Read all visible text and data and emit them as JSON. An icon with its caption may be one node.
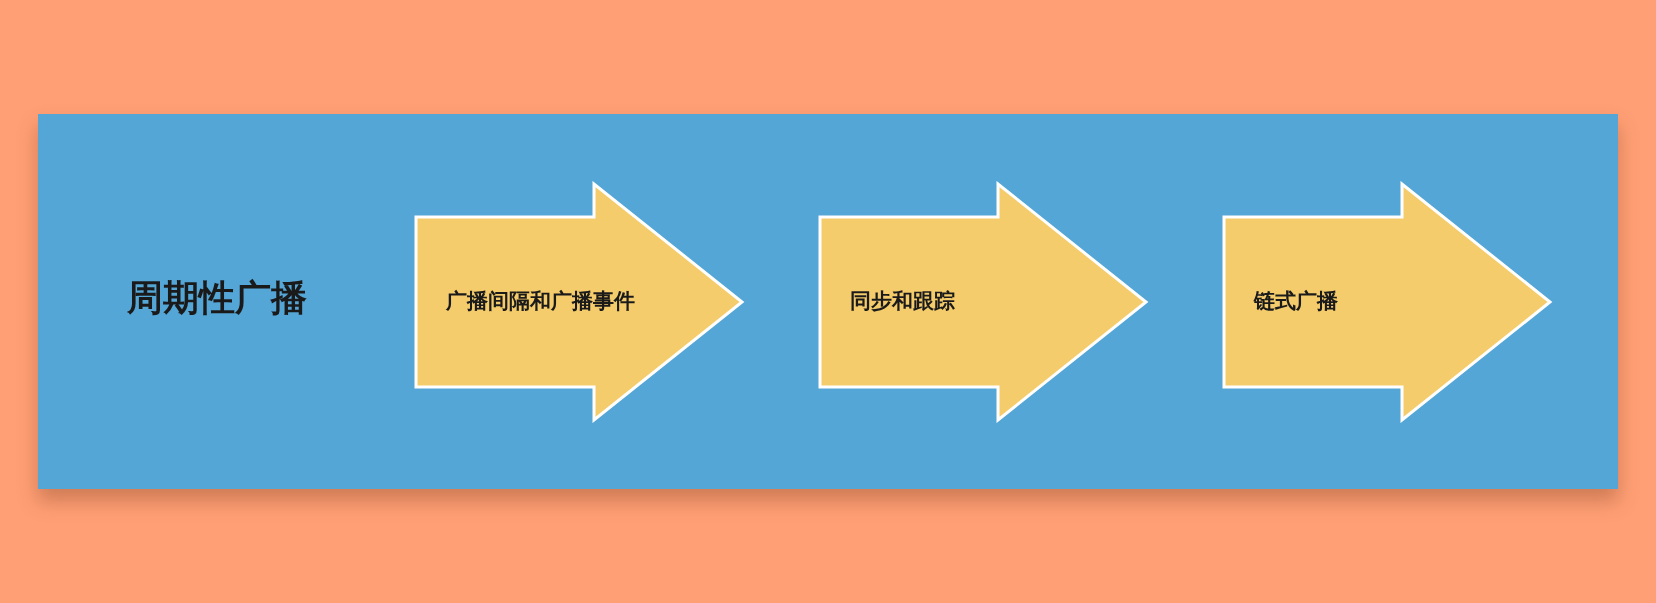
{
  "diagram": {
    "nodes": [
      {
        "text": [
          "周期性广播"
        ]
      },
      {
        "text": [
          "广播间隔和广播事件"
        ],
        "in": 0
      },
      {
        "text": [
          "同步和跟踪"
        ],
        "in": 0
      },
      {
        "text": [
          "链式广播"
        ],
        "in": 0
      }
    ]
  }
}
